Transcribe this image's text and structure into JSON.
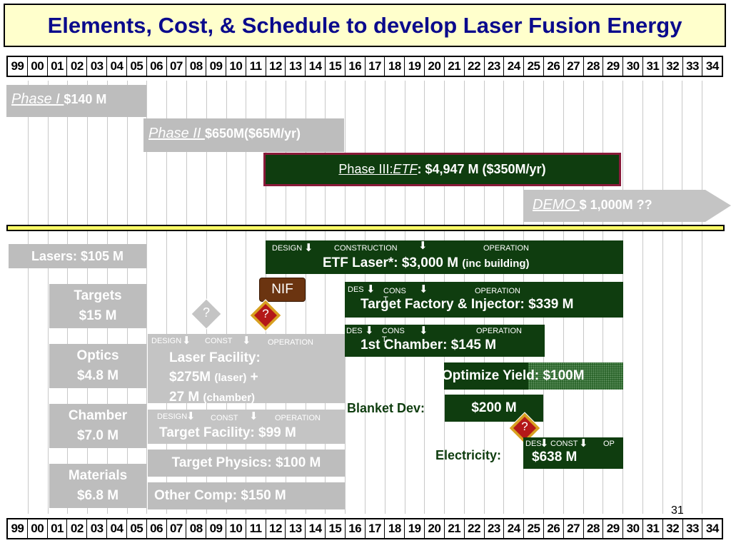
{
  "title": "Elements, Cost, & Schedule to develop Laser Fusion Energy",
  "years": [
    "99",
    "00",
    "01",
    "02",
    "03",
    "04",
    "05",
    "06",
    "07",
    "08",
    "09",
    "10",
    "11",
    "12",
    "13",
    "14",
    "15",
    "16",
    "17",
    "18",
    "19",
    "20",
    "21",
    "22",
    "23",
    "24",
    "25",
    "26",
    "27",
    "28",
    "29",
    "30",
    "31",
    "32",
    "33",
    "34"
  ],
  "phases": {
    "phase1": {
      "label": "Phase I ",
      "cost": "$140 M"
    },
    "phase2": {
      "label": "Phase II ",
      "cost": "$650M($65M/yr)"
    },
    "phase3": {
      "label": "Phase III:  ",
      "etf": "ETF",
      "cost": ": $4,947 M  ($350M/yr)"
    },
    "demo": {
      "label": "DEMO  ",
      "cost": "$ 1,000M ??"
    }
  },
  "components": {
    "lasers": "Lasers: $105 M",
    "targets": [
      "Targets",
      "$15 M"
    ],
    "optics": [
      "Optics",
      "$4.8 M"
    ],
    "chamber": [
      "Chamber",
      "$7.0 M"
    ],
    "materials": [
      "Materials",
      "$6.8 M"
    ],
    "laser_facility": {
      "line1": "Laser Facility:",
      "line2a": "$275M ",
      "line2b": "(laser)",
      "line2c": " +",
      "line3a": "27 M ",
      "line3b": "(chamber)"
    },
    "target_facility": "Target Facility: $99 M",
    "target_physics": "Target Physics: $100 M",
    "other_comp": "Other Comp: $150 M",
    "etf_laser": {
      "main": "ETF Laser*: $3,000 M ",
      "sub": "(inc building)"
    },
    "target_factory": "Target Factory & Injector: $339 M",
    "first_chamber": "1st Chamber: $145 M",
    "optimize_yield": "Optimize Yield: $100M",
    "blanket_label": "Blanket Dev:",
    "blanket_cost": "$200 M",
    "electricity_label": "Electricity:",
    "electricity_cost": "$638 M"
  },
  "stage_labels": {
    "design": "DESIGN",
    "construction": "CONSTRUCTION",
    "operation": "OPERATION",
    "des": "DES",
    "cons": "CONS",
    "t": "T",
    "const": "CONST",
    "op": "OP"
  },
  "nif": "NIF",
  "question": "?",
  "page_number": "31",
  "colors": {
    "title_text": "#0a0a8c",
    "title_bg": "#ffffcc",
    "dark_green": "#0f3d0f",
    "nif_brown": "#6b3410",
    "diamond_orange": "#d8a020",
    "divider_yellow": "#ffff66"
  }
}
